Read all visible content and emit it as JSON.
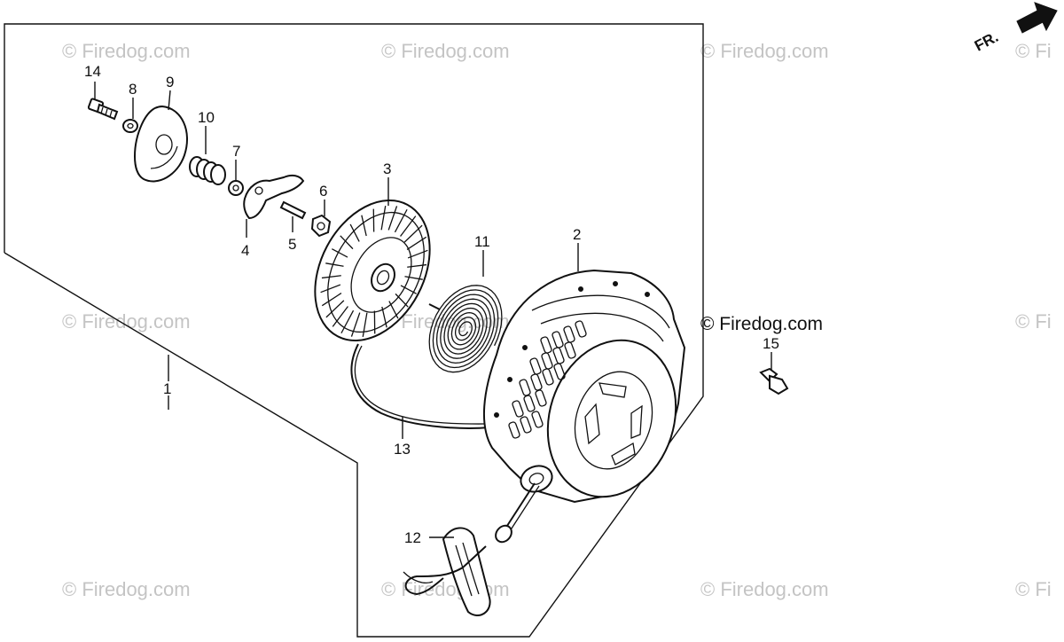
{
  "watermarks": [
    "© Firedog.com",
    "© Firedog.com",
    "© Firedog.com",
    "© Fi",
    "© Firedog.com",
    "© Firedog.com",
    "© Fi",
    "© Firedog.com",
    "© Firedog.com",
    "© Firedog.com",
    "© Fi"
  ],
  "copyright": "© Firedog.com",
  "front_indicator": "FR.",
  "callouts": [
    "1",
    "2",
    "3",
    "4",
    "5",
    "6",
    "7",
    "8",
    "9",
    "10",
    "11",
    "12",
    "13",
    "14",
    "15"
  ]
}
